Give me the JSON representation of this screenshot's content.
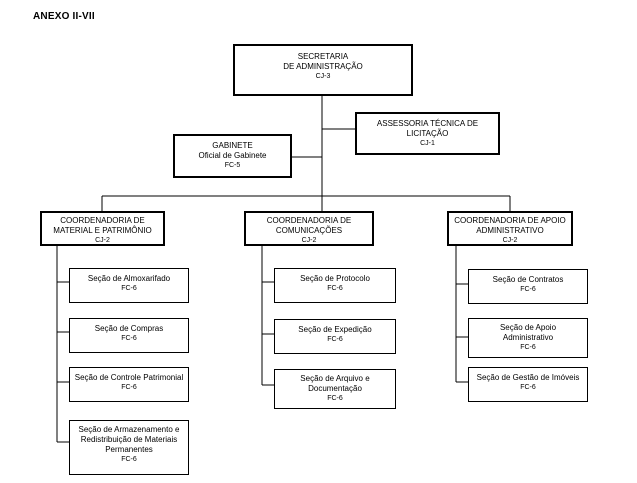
{
  "page": {
    "heading": "ANEXO II-VII"
  },
  "org": {
    "secretaria": {
      "lines": [
        "SECRETARIA",
        "DE ADMINISTRAÇÃO"
      ],
      "code": "CJ-3"
    },
    "assessoria": {
      "lines": [
        "ASSESSORIA TÉCNICA DE",
        "LICITAÇÃO"
      ],
      "code": "CJ-1"
    },
    "gabinete": {
      "lines": [
        "GABINETE",
        "Oficial de Gabinete"
      ],
      "code": "FC-5"
    },
    "coord_material": {
      "lines": [
        "COORDENADORIA DE",
        "MATERIAL E PATRIMÔNIO"
      ],
      "code": "CJ-2",
      "sections": [
        {
          "lines": [
            "Seção de Almoxarifado"
          ],
          "code": "FC-6"
        },
        {
          "lines": [
            "Seção de Compras"
          ],
          "code": "FC-6"
        },
        {
          "lines": [
            "Seção de Controle Patrimonial"
          ],
          "code": "FC-6"
        },
        {
          "lines": [
            "Seção de Armazenamento e",
            "Redistribuição de Materiais",
            "Permanentes"
          ],
          "code": "FC-6"
        }
      ]
    },
    "coord_comunicacoes": {
      "lines": [
        "COORDENADORIA DE",
        "COMUNICAÇÕES"
      ],
      "code": "CJ-2",
      "sections": [
        {
          "lines": [
            "Seção de Protocolo"
          ],
          "code": "FC-6"
        },
        {
          "lines": [
            "Seção de Expedição"
          ],
          "code": "FC-6"
        },
        {
          "lines": [
            "Seção de Arquivo e",
            "Documentação"
          ],
          "code": "FC-6"
        }
      ]
    },
    "coord_apoio": {
      "lines": [
        "COORDENADORIA DE APOIO",
        "ADMINISTRATIVO"
      ],
      "code": "CJ-2",
      "sections": [
        {
          "lines": [
            "Seção de Contratos"
          ],
          "code": "FC-6"
        },
        {
          "lines": [
            "Seção de Apoio",
            "Administrativo"
          ],
          "code": "FC-6"
        },
        {
          "lines": [
            "Seção de Gestão de Imóveis"
          ],
          "code": "FC-6"
        }
      ]
    }
  }
}
